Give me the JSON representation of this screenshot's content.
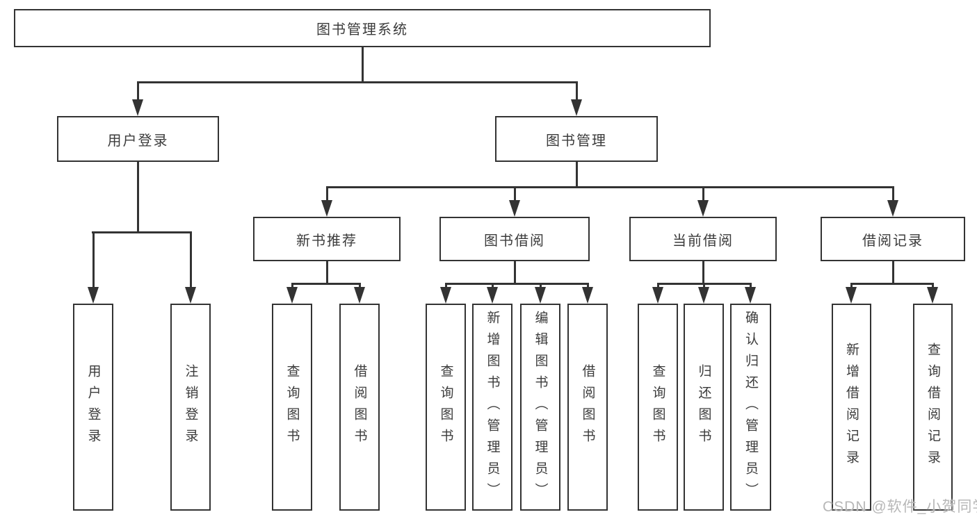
{
  "tree": {
    "root": {
      "label": "图书管理系统",
      "children": [
        {
          "label": "用户登录",
          "children": [
            {
              "label": "用户登录"
            },
            {
              "label": "注销登录"
            }
          ]
        },
        {
          "label": "图书管理",
          "children": [
            {
              "label": "新书推荐",
              "children": [
                {
                  "label": "查询图书"
                },
                {
                  "label": "借阅图书"
                }
              ]
            },
            {
              "label": "图书借阅",
              "children": [
                {
                  "label": "查询图书"
                },
                {
                  "label": "新增图书（管理员）"
                },
                {
                  "label": "编辑图书（管理员）"
                },
                {
                  "label": "借阅图书"
                }
              ]
            },
            {
              "label": "当前借阅",
              "children": [
                {
                  "label": "查询图书"
                },
                {
                  "label": "归还图书"
                },
                {
                  "label": "确认归还（管理员）"
                }
              ]
            },
            {
              "label": "借阅记录",
              "children": [
                {
                  "label": "新增借阅记录"
                },
                {
                  "label": "查询借阅记录"
                }
              ]
            }
          ]
        }
      ]
    }
  },
  "watermark": "CSDN @软件_小贺同学",
  "colors": {
    "line": "#333333",
    "text": "#3b3b3b",
    "watermark": "#b7b7b7",
    "background": "#ffffff"
  }
}
